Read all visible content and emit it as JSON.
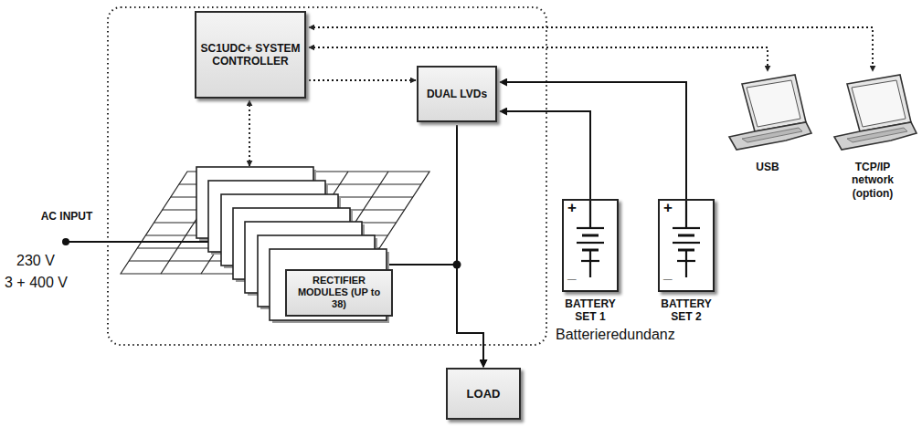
{
  "diagram": {
    "nodes": [
      {
        "text": [
          "SC1UDC+ SYSTEM CONTROLLER"
        ]
      },
      {
        "text": [
          "DUAL LVDs"
        ]
      },
      {
        "text": [
          "RECTIFIER MODULES (UP to 38)"
        ]
      },
      {
        "text": [
          "BATTERY SET 1"
        ]
      },
      {
        "text": [
          "BATTERY SET 2"
        ]
      },
      {
        "text": [
          "LOAD"
        ]
      },
      {
        "text": [
          "USB"
        ]
      },
      {
        "text": [
          "TCP/IP network (option)"
        ]
      }
    ],
    "edges": [
      {
        "from": 0,
        "to": 2,
        "arrow": "both"
      },
      {
        "from": 0,
        "to": 1,
        "arrow": "to"
      },
      {
        "from": 0,
        "to": 6,
        "arrow": "both"
      },
      {
        "from": 0,
        "to": 7,
        "arrow": "both"
      },
      {
        "from": 3,
        "to": 1,
        "arrow": "to"
      },
      {
        "from": 4,
        "to": 1,
        "arrow": "to"
      },
      {
        "from": 1,
        "to": 5,
        "arrow": "to"
      },
      {
        "from": 2,
        "to": 5,
        "arrow": "to"
      }
    ],
    "labels": [
      "AC INPUT",
      "230 V",
      "3 + 400 V",
      "Batterieredundanz",
      "+",
      "_",
      "+",
      "_"
    ]
  }
}
